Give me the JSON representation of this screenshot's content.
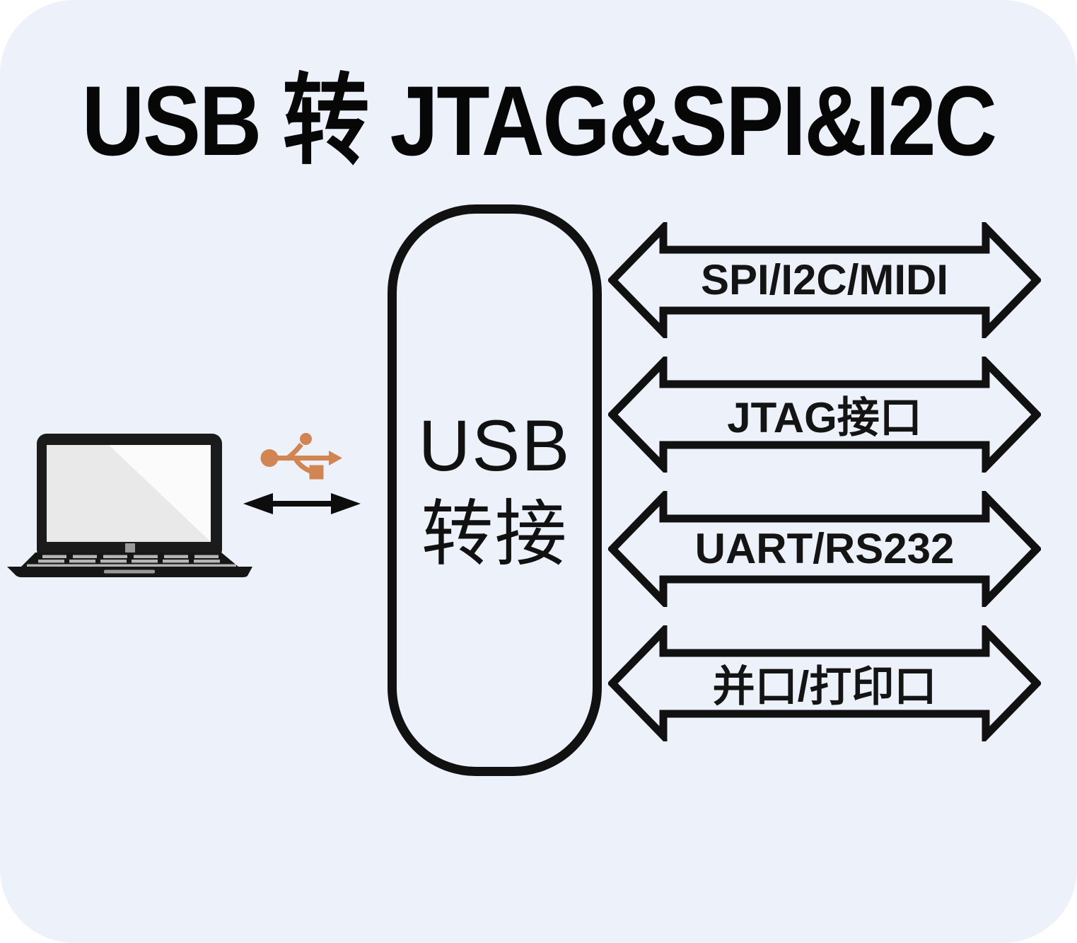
{
  "title": "USB 转 JTAG&SPI&I2C",
  "computer": {
    "icon": "laptop-icon"
  },
  "usb_link": {
    "usb_icon": "usb-trident-icon",
    "arrow_icon": "double-headed-arrow-icon"
  },
  "converter_box": {
    "line1": "USB",
    "line2": "转接"
  },
  "interfaces": [
    {
      "label": "SPI/I2C/MIDI"
    },
    {
      "label": "JTAG接口"
    },
    {
      "label": "UART/RS232"
    },
    {
      "label": "并口/打印口"
    }
  ],
  "colors": {
    "card_background": "#edf1fa",
    "outline_black": "#111111",
    "usb_orange": "#d08552",
    "screen_gray": "#e9e9e9",
    "key_gray": "#b5b5b5"
  }
}
